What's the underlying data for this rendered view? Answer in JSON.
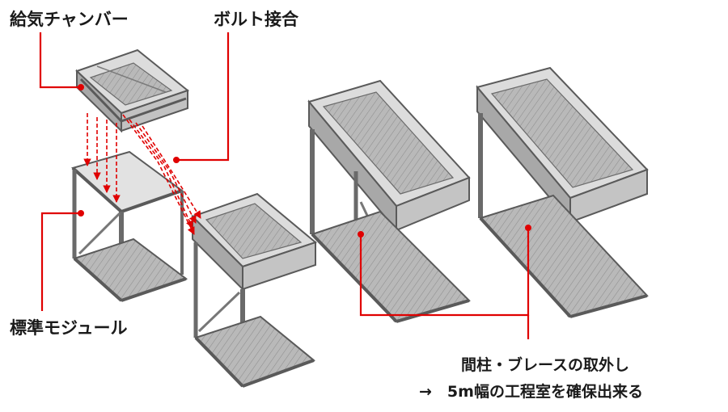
{
  "labels": {
    "supply_chamber": "給気チャンバー",
    "bolt_joint": "ボルト接合",
    "standard_module": "標準モジュール",
    "note_line1": "間柱・ブレースの取外し",
    "note_line2": "→　5m幅の工程室を確保出来る"
  },
  "colors": {
    "callout": "#e00000",
    "steel_light": "#c9c9c9",
    "steel_mid": "#9a9a9a",
    "steel_dark": "#5a5a5a",
    "text": "#1a1a1a"
  }
}
